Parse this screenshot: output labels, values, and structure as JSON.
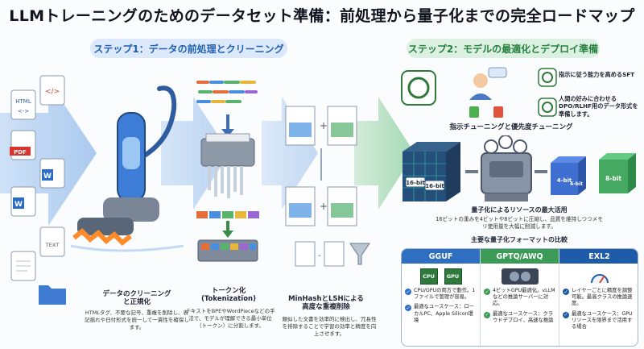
{
  "title": "LLMトレーニングのためのデータセット準備：前処理から量子化までの完全ロードマップ",
  "step1": {
    "label": "ステップ1：データの前処理とクリーニング"
  },
  "step2": {
    "label": "ステップ2：モデルの最適化とデプロイ準備"
  },
  "file_icons": [
    "HTML",
    "PDF",
    "W",
    "W",
    "TEXT",
    "</>",
    "<->"
  ],
  "cleaning": {
    "caption1": "データのクリーニング",
    "caption2": "と正規化",
    "desc": "HTMLタグ、不要な記号、重複を削除し、表記揺れや日付形式を統一して一貫性を確保します。"
  },
  "tokenize": {
    "caption1": "トークン化",
    "caption2": "(Tokenization)",
    "desc": "テキストをBPEやWordPieceなどの手法で、モデルが理解できる最小単位（トークン）に分割します。"
  },
  "dedup": {
    "caption1": "MinHashとLSHによる",
    "caption2": "高度な重複削除",
    "desc": "類似した文書を効率的に検出し、冗長性を排除することで学習の効率と精度を向上させます。"
  },
  "sft": {
    "item1": "指示に従う能力を高めるSFT",
    "item2": "人間の好みに合わせるDPO/RLHF用のデータ形式を準備します。",
    "caption": "指示チューニングと優先度チューニング"
  },
  "quant": {
    "tag16a": "16-bit",
    "tag16b": "16-bit",
    "tag4a": "4-bit",
    "tag4b": "4-bit",
    "tag8": "8-bit",
    "caption": "量子化によるリソースの最大活用",
    "desc": "16ビットの重みを4ビットや8ビットに圧縮し、品質を維持しつつメモリ使用量を大幅に削減します。",
    "compare_title": "主要な量子化フォーマットの比較"
  },
  "formats": [
    {
      "name": "GGUF",
      "b1": "CPU/GPUの両方で動作。1ファイルで管理が容易。",
      "b2": "最適なユースケース：ローカルPC、Apple Silicon環境",
      "chip1": "CPU",
      "chip2": "GPU"
    },
    {
      "name": "GPTQ/AWQ",
      "b1": "4ビットGPU最適化。vLLMなどの推論サーバーに対応。",
      "b2": "最適なユースケース：クラウドデプロイ、高速な推論"
    },
    {
      "name": "EXL2",
      "b1": "レイヤーごとに精度を調整可能。最高クラスの推論速度。",
      "b2": "最適なユースケース：GPUリソースを限界まで活用する場合"
    }
  ],
  "colors": {
    "step1": "#1f5fb0",
    "step2": "#27813f",
    "gguf": "#2e6fc2",
    "gptq": "#3b9a56",
    "exl2": "#1e5ba8",
    "chip": "#2d7a3c"
  }
}
